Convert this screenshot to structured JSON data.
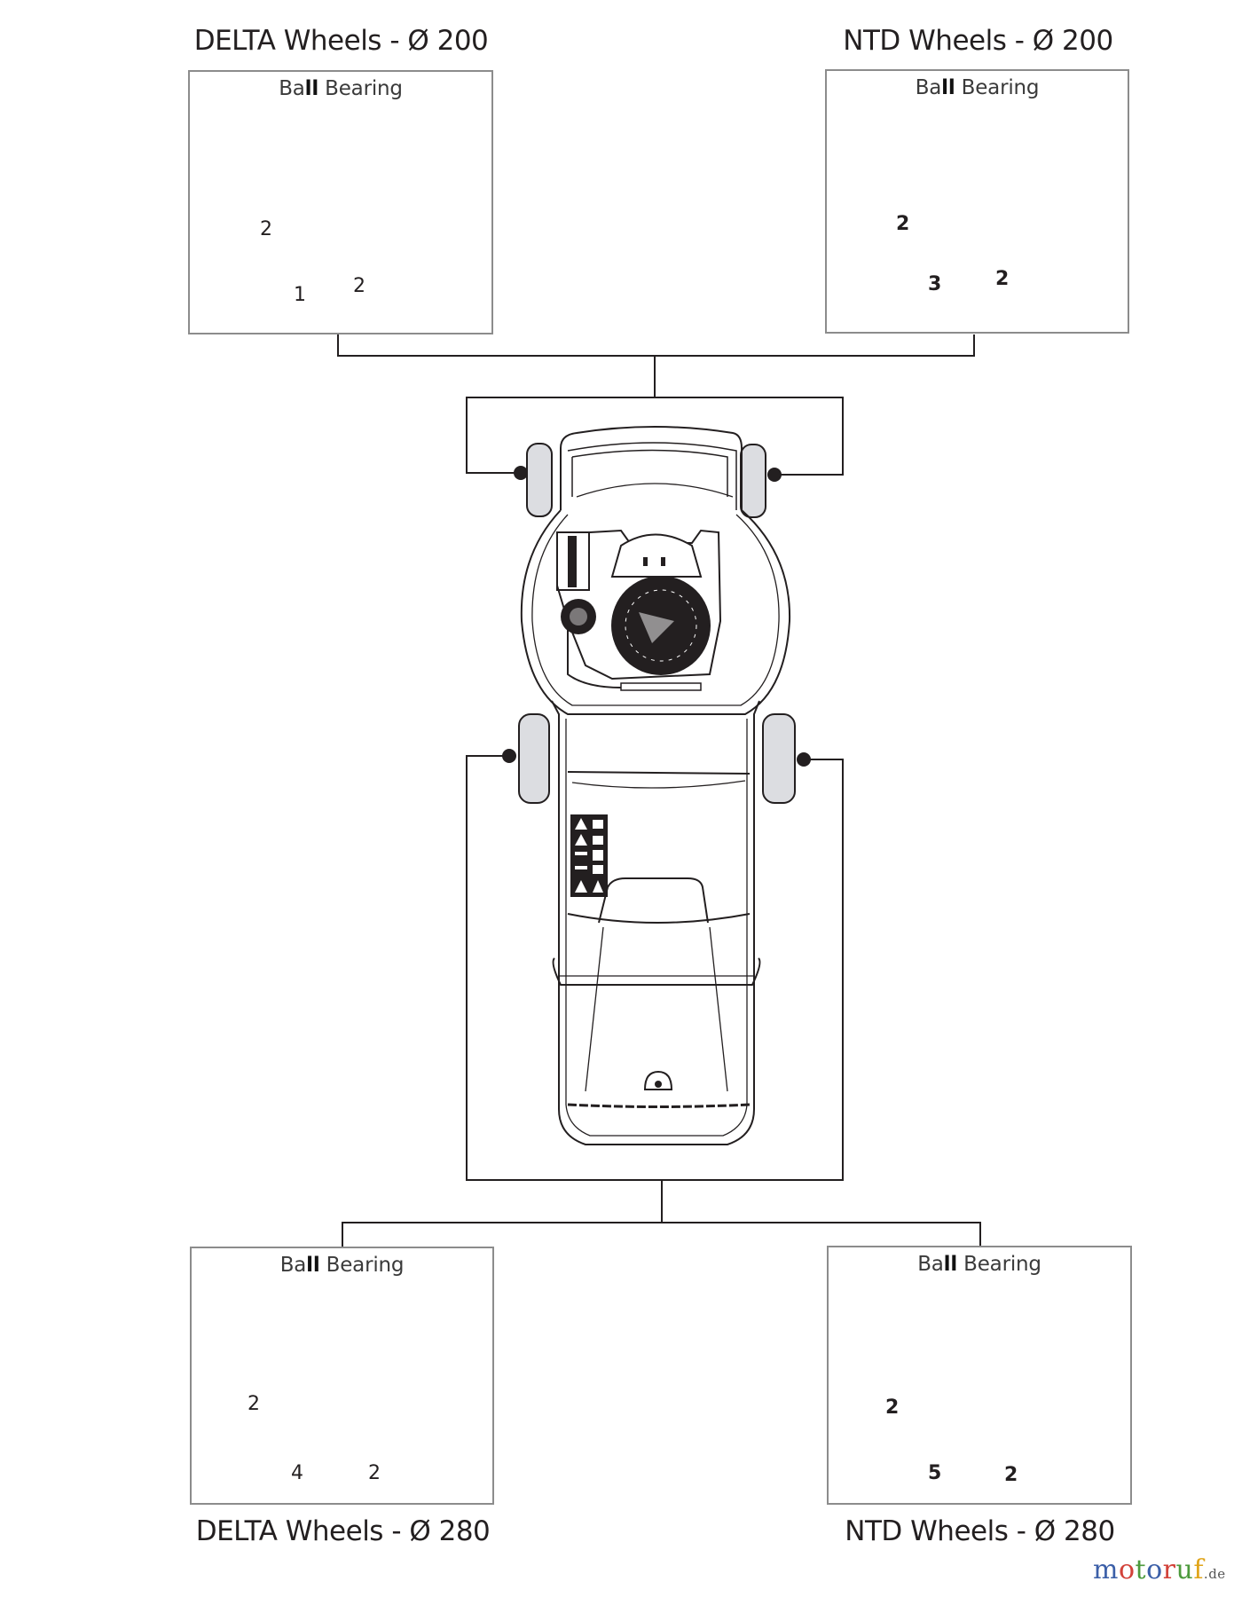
{
  "diagram": {
    "type": "exploded-parts-diagram",
    "subject": "Lawn mower wheel options (top view)",
    "panels": [
      {
        "id": "delta-200",
        "title": "DELTA Wheels - Ø 200",
        "subtitle_pre": "Ba",
        "subtitle_bold": "ll",
        "subtitle_post": " Bearing",
        "wheel_style": "delta",
        "callouts": {
          "wheel": "1",
          "bearing_left": "2",
          "bearing_right": "2"
        },
        "position": "top-left"
      },
      {
        "id": "ntd-200",
        "title": "NTD Wheels - Ø 200",
        "subtitle_pre": "Ba",
        "subtitle_bold": "ll",
        "subtitle_post": " Bearing",
        "wheel_style": "ntd",
        "callouts": {
          "wheel": "3",
          "bearing_left": "2",
          "bearing_right": "2"
        },
        "position": "top-right"
      },
      {
        "id": "delta-280",
        "title": "DELTA Wheels - Ø 280",
        "subtitle_pre": "Ba",
        "subtitle_bold": "ll",
        "subtitle_post": " Bearing",
        "wheel_style": "delta",
        "callouts": {
          "wheel": "4",
          "bearing_left": "2",
          "bearing_right": "2"
        },
        "position": "bottom-left"
      },
      {
        "id": "ntd-280",
        "title": "NTD Wheels - Ø 280",
        "subtitle_pre": "Ba",
        "subtitle_bold": "ll",
        "subtitle_post": " Bearing",
        "wheel_style": "ntd",
        "callouts": {
          "wheel": "5",
          "bearing_left": "2",
          "bearing_right": "2"
        },
        "position": "bottom-right"
      }
    ],
    "center": {
      "label": "mower-top-view",
      "front_wheels_link": [
        "delta-200",
        "ntd-200"
      ],
      "rear_wheels_link": [
        "delta-280",
        "ntd-280"
      ]
    },
    "colors": {
      "line": "#231f20",
      "box_border": "#8c8c8c",
      "wheel_fill": "#dcdde1"
    }
  },
  "watermark": {
    "letters": [
      {
        "ch": "m",
        "color": "#3b5fa8"
      },
      {
        "ch": "o",
        "color": "#d2423a"
      },
      {
        "ch": "t",
        "color": "#4c9a3c"
      },
      {
        "ch": "o",
        "color": "#3b5fa8"
      },
      {
        "ch": "r",
        "color": "#d2423a"
      },
      {
        "ch": "u",
        "color": "#4c9a3c"
      },
      {
        "ch": "f",
        "color": "#e0a418"
      }
    ],
    "tld": ".de"
  }
}
